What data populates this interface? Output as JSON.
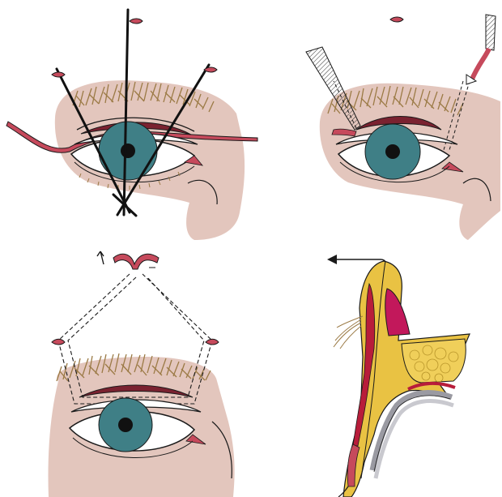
{
  "figure": {
    "panels": [
      {
        "id": "panel-1",
        "subject": "brow-suspension-vector-planning"
      },
      {
        "id": "panel-2",
        "subject": "suture-passage-through-brow-incisions"
      },
      {
        "id": "panel-3",
        "subject": "pentagonal-suspension-loop"
      },
      {
        "id": "panel-4",
        "subject": "sagittal-section-of-lid-and-frontalis"
      }
    ]
  },
  "colors": {
    "skin": "#e3c6bd",
    "skin_shadow": "#c9a59b",
    "iris": "#3f7f86",
    "pupil": "#111111",
    "suture_red": "#c64a5c",
    "tarsus_dark": "#7a2230",
    "eyelash": "#9b7a45",
    "fat_yellow": "#e9c243",
    "muscle_red": "#b81d3a",
    "magenta": "#c2185b",
    "outline": "#1a1a1a"
  },
  "icons": {
    "arrow": "left-pointing-arrow-icon",
    "needle": "hatched-needle-icon"
  }
}
